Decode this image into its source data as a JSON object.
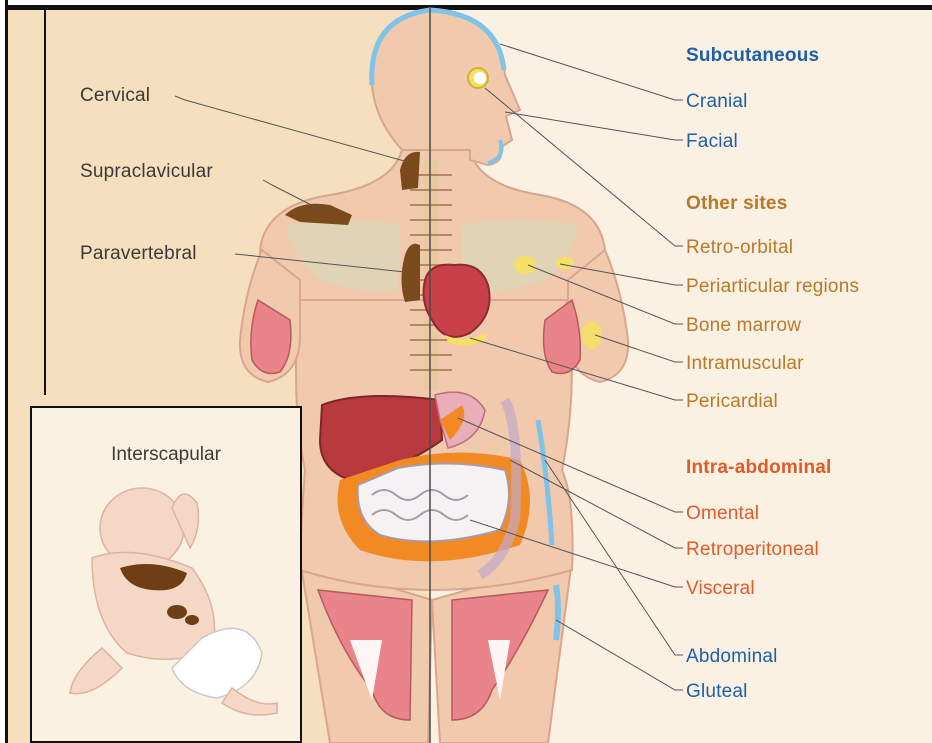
{
  "left_labels": {
    "cervical": "Cervical",
    "supraclavicular": "Supraclavicular",
    "paravertebral": "Paravertebral"
  },
  "inset": {
    "title": "Interscapular"
  },
  "subcutaneous": {
    "heading": "Subcutaneous",
    "items": [
      "Cranial",
      "Facial"
    ],
    "lower_items": [
      "Abdominal",
      "Gluteal"
    ]
  },
  "other_sites": {
    "heading": "Other sites",
    "items": [
      "Retro-orbital",
      "Periarticular regions",
      "Bone marrow",
      "Intramuscular",
      "Pericardial"
    ]
  },
  "intra_abdominal": {
    "heading": "Intra-abdominal",
    "items": [
      "Omental",
      "Retroperitoneal",
      "Visceral"
    ]
  },
  "colors": {
    "subcutaneous": "#1f5fa6",
    "other_sites": "#b8792a",
    "intra_abdominal": "#e25a28",
    "brown_fat": "#7a4a1c",
    "body": "#f1c9ad"
  }
}
